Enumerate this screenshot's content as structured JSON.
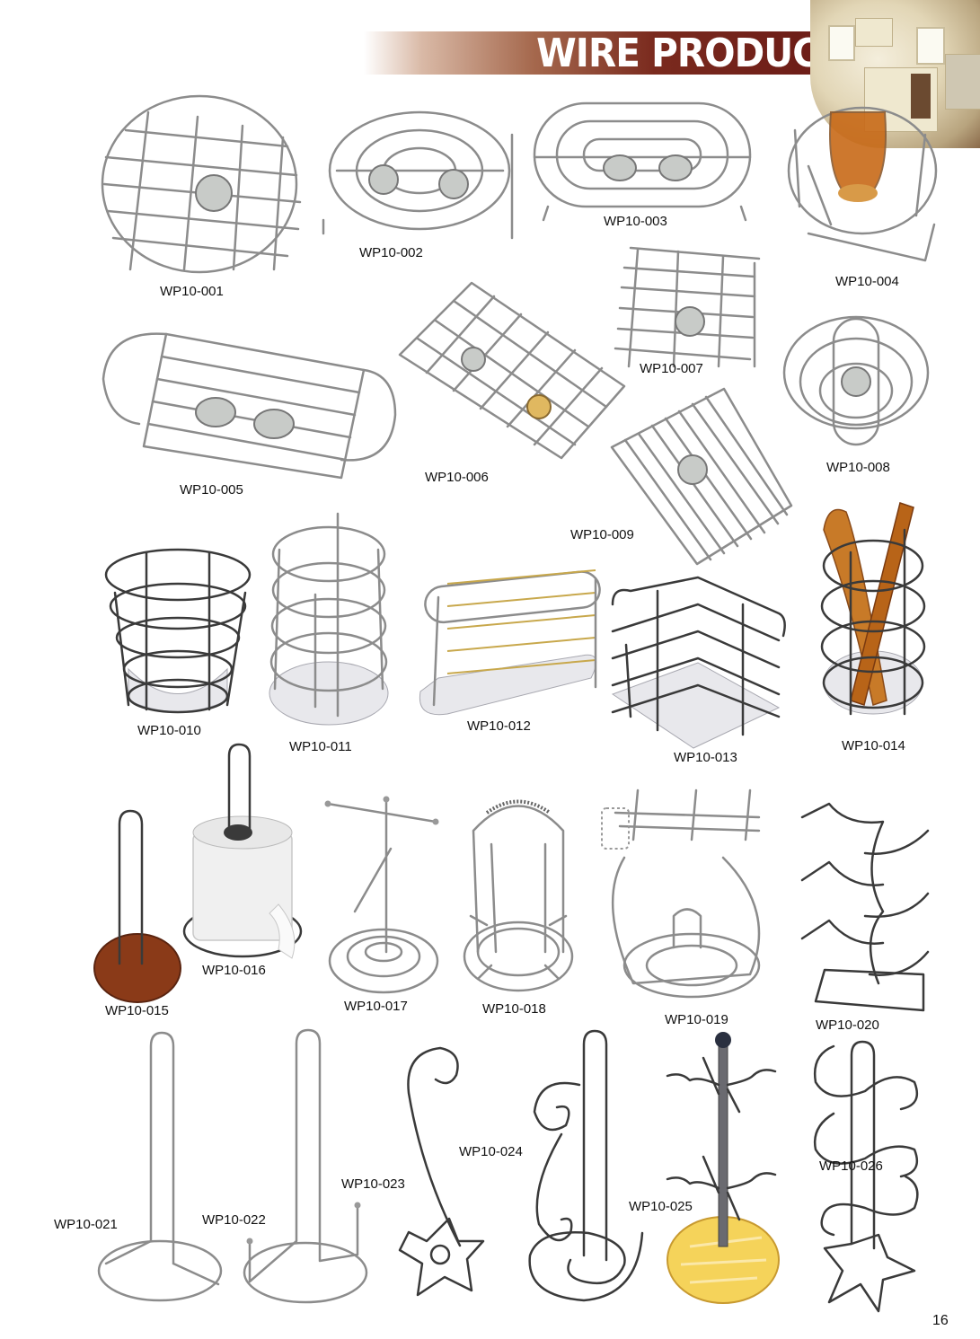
{
  "header": {
    "title": "WIRE PRODUCTS",
    "banner_colors": [
      "#d9b9a6",
      "#a5684d",
      "#7a2a1e",
      "#6a1a16"
    ]
  },
  "products": [
    {
      "code": "WP10-001",
      "type": "round trivet grid with candle"
    },
    {
      "code": "WP10-002",
      "type": "oval spiral warmer with two candles"
    },
    {
      "code": "WP10-003",
      "type": "oval concentric warmer with two candles"
    },
    {
      "code": "WP10-004",
      "type": "round trivet with glass"
    },
    {
      "code": "WP10-005",
      "type": "rectangular warmer with handles and two candles"
    },
    {
      "code": "WP10-006",
      "type": "rectangular grid warmer with two candles"
    },
    {
      "code": "WP10-007",
      "type": "square grid warmer with candle"
    },
    {
      "code": "WP10-008",
      "type": "round spiral warmer with candle"
    },
    {
      "code": "WP10-009",
      "type": "square slatted warmer with candle"
    },
    {
      "code": "WP10-010",
      "type": "round utensil basket"
    },
    {
      "code": "WP10-011",
      "type": "round utensil holder with mesh base"
    },
    {
      "code": "WP10-012",
      "type": "oval utensil holder with gold accents"
    },
    {
      "code": "WP10-013",
      "type": "square utensil basket"
    },
    {
      "code": "WP10-014",
      "type": "round utensil holder with wooden spoons"
    },
    {
      "code": "WP10-015",
      "type": "paper towel holder with wooden base"
    },
    {
      "code": "WP10-016",
      "type": "paper towel holder with roll"
    },
    {
      "code": "WP10-017",
      "type": "towel stand with crossbars"
    },
    {
      "code": "WP10-018",
      "type": "mug rack stand"
    },
    {
      "code": "WP10-019",
      "type": "hanging organizer with hooks"
    },
    {
      "code": "WP10-020",
      "type": "wine bottle rack"
    },
    {
      "code": "WP10-021",
      "type": "paper towel holder"
    },
    {
      "code": "WP10-022",
      "type": "paper towel holder with post"
    },
    {
      "code": "WP10-023",
      "type": "star-base swirl hook stand"
    },
    {
      "code": "WP10-024",
      "type": "swirl paper towel holder"
    },
    {
      "code": "WP10-025",
      "type": "mug tree with wooden base"
    },
    {
      "code": "WP10-026",
      "type": "scroll wine rack with star base"
    }
  ],
  "page_number": "16"
}
